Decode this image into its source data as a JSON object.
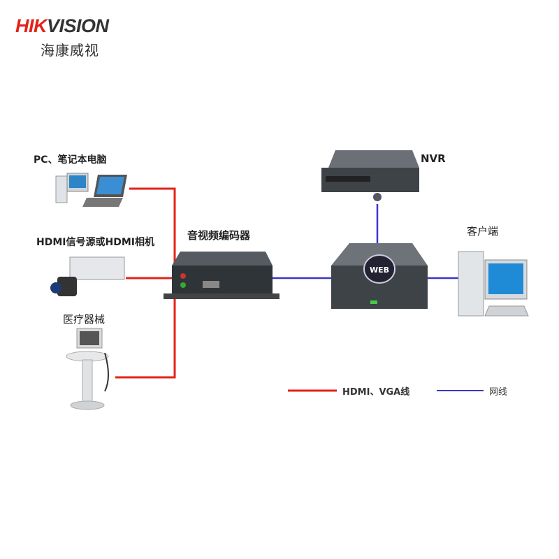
{
  "logo": {
    "brand_red": "HIK",
    "brand_dark": "VISION",
    "chinese": "海康威视"
  },
  "devices": {
    "pc": "PC、笔记本电脑",
    "camera": "HDMI信号源或HDMI相机",
    "medical": "医疗器械",
    "encoder": "音视频编码器",
    "nvr": "NVR",
    "switch_badge": "WEB",
    "client": "客户端"
  },
  "legend": {
    "hdmi_vga": "HDMI、VGA线",
    "network": "网线"
  },
  "colors": {
    "red_line": "#e2231a",
    "blue_line": "#3a36c8",
    "device_dark": "#3d4347"
  }
}
